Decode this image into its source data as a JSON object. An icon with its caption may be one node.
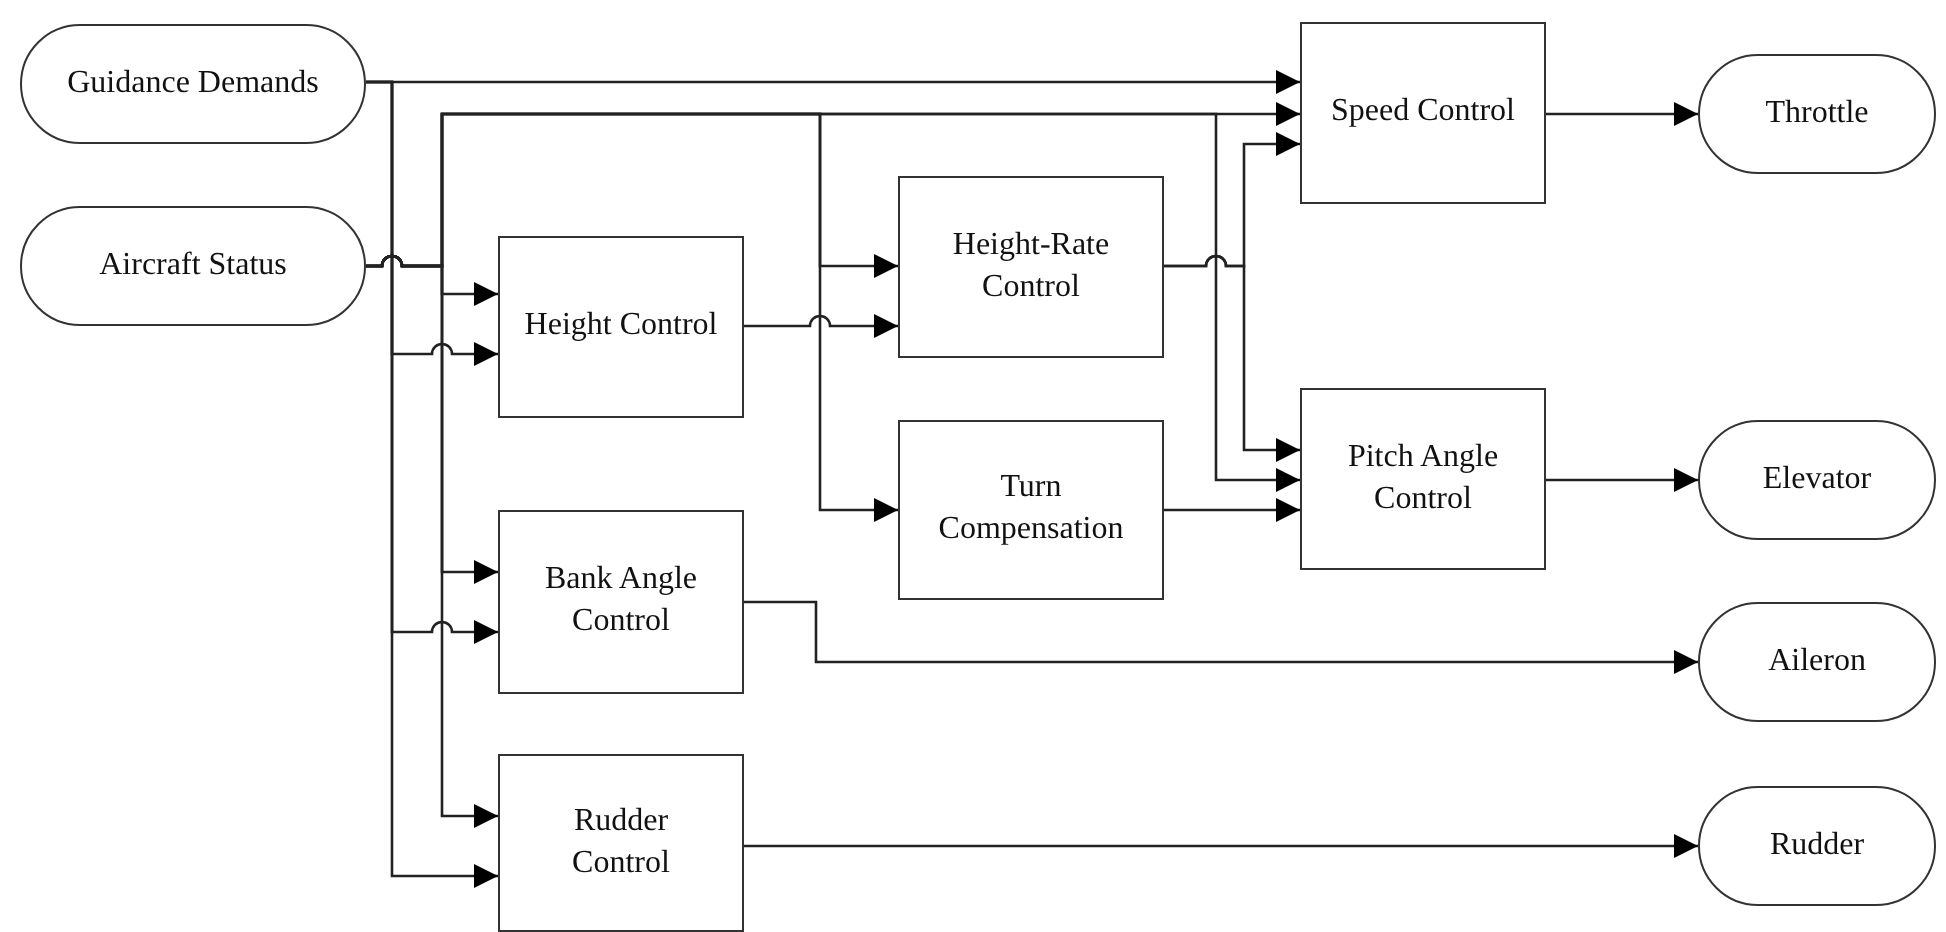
{
  "diagram": {
    "nodes": [
      {
        "text": [
          "Guidance Demands"
        ]
      },
      {
        "text": [
          "Aircraft Status"
        ]
      },
      {
        "text": [
          "Height Control"
        ]
      },
      {
        "text": [
          "Height-Rate Control"
        ]
      },
      {
        "text": [
          "Turn Compensation"
        ]
      },
      {
        "text": [
          "Speed Control"
        ]
      },
      {
        "text": [
          "Pitch Angle Control"
        ]
      },
      {
        "text": [
          "Bank Angle Control"
        ]
      },
      {
        "text": [
          "Rudder Control"
        ]
      },
      {
        "text": [
          "Throttle"
        ]
      },
      {
        "text": [
          "Elevator"
        ]
      },
      {
        "text": [
          "Aileron"
        ]
      },
      {
        "text": [
          "Rudder"
        ]
      }
    ],
    "edges": [
      {
        "from": 0,
        "to": 5,
        "arrow": "to"
      },
      {
        "from": 0,
        "to": 2,
        "arrow": "to"
      },
      {
        "from": 0,
        "to": 7,
        "arrow": "to"
      },
      {
        "from": 0,
        "to": 8,
        "arrow": "to"
      },
      {
        "from": 1,
        "to": 5,
        "arrow": "to"
      },
      {
        "from": 1,
        "to": 3,
        "arrow": "to"
      },
      {
        "from": 1,
        "to": 4,
        "arrow": "to"
      },
      {
        "from": 1,
        "to": 6,
        "arrow": "to"
      },
      {
        "from": 1,
        "to": 2,
        "arrow": "to"
      },
      {
        "from": 1,
        "to": 7,
        "arrow": "to"
      },
      {
        "from": 1,
        "to": 8,
        "arrow": "to"
      },
      {
        "from": 2,
        "to": 3,
        "arrow": "to"
      },
      {
        "from": 3,
        "to": 5,
        "arrow": "to"
      },
      {
        "from": 3,
        "to": 6,
        "arrow": "to"
      },
      {
        "from": 4,
        "to": 6,
        "arrow": "to"
      },
      {
        "from": 5,
        "to": 9,
        "arrow": "to"
      },
      {
        "from": 6,
        "to": 10,
        "arrow": "to"
      },
      {
        "from": 7,
        "to": 11,
        "arrow": "to"
      },
      {
        "from": 8,
        "to": 12,
        "arrow": "to"
      }
    ]
  }
}
